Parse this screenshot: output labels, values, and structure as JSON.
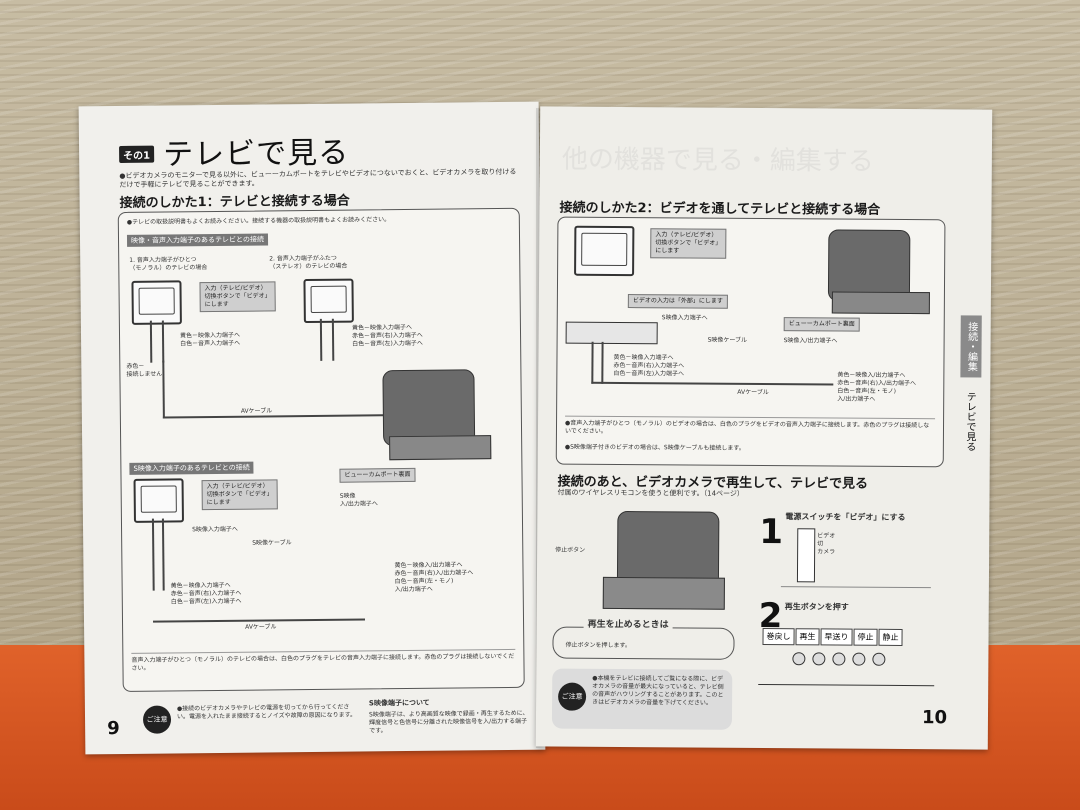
{
  "left_page": {
    "tag": "その1",
    "title": "テレビで見る",
    "intro": "●ビデオカメラのモニターで見る以外に、ビューーカムポートをテレビやビデオにつないでおくと、ビデオカメラを取り付けるだけで手軽にテレビで見ることができます。",
    "section1_heading": "接続のしかた1：テレビと接続する場合",
    "box1_note": "●テレビの取扱説明書もよくお読みください。接続する機器の取扱説明書もよくお読みください。",
    "subheading_a": "映像・音声入力端子のあるテレビとの接続",
    "case1_label": "1. 音声入力端子がひとつ\n（モノラル）のテレビの場合",
    "case2_label": "2. 音声入力端子がふたつ\n（ステレオ）のテレビの場合",
    "callout_input": "入力（テレビ/ビデオ）\n切換ボタンで「ビデオ」\nにします",
    "jack_labels": "黄色－映像入力端子へ\n白色－音声入力端子へ",
    "jack_labels_stereo": "黄色－映像入力端子へ\n赤色－音声(右)入力端子へ\n白色－音声(左)入力端子へ",
    "red_note": "赤色－\n接続しません",
    "av_cable": "AVケーブル",
    "port_label": "ビューーカムポート裏面",
    "subheading_b": "S映像入力端子のあるテレビとの接続",
    "s_terminal": "S映像\n入/出力端子へ",
    "s_input": "S映像入力端子へ",
    "s_cable": "S映像ケーブル",
    "out_labels": "黄色－映像入/出力端子へ\n赤色－音声(右)入/出力端子へ\n白色－音声(左・モノ)\n入/出力端子へ",
    "in_labels": "黄色－映像入力端子へ\n赤色－音声(右)入力端子へ\n白色－音声(左)入力端子へ",
    "av_cable2": "AVケーブル",
    "footnote": "音声入力端子がひとつ（モノラル）のテレビの場合は、白色のプラグをテレビの音声入力端子に接続します。赤色のプラグは接続しないでください。",
    "note_icon": "ご注意",
    "note_text": "●接続のビデオカメラやテレビの電源を切ってから行ってください。電源を入れたまま接続するとノイズや故障の原因になります。",
    "s_note_title": "S映像端子について",
    "s_note_text": "S映像端子は、より高画質な映像で録画・再生するために、輝度信号と色信号に分離された映像信号を入/出力する端子です。",
    "page_number": "9"
  },
  "right_page": {
    "ghost_title": "他の機器で見る・編集する",
    "section2_heading": "接続のしかた2：ビデオを通してテレビと接続する場合",
    "callout_input": "入力（テレビ/ビデオ）\n切換ボタンで「ビデオ」\nにします",
    "callout_vcr": "ビデオの入力は「外部」にします",
    "s_in": "S映像入力端子へ",
    "port_label": "ビューーカムポート裏面",
    "s_cable": "S映像ケーブル",
    "s_out": "S映像入/出力端子へ",
    "jack_labels": "黄色－映像入力端子へ\n赤色－音声(右)入力端子へ\n白色－音声(左)入力端子へ",
    "out_labels": "黄色－映像入/出力端子へ\n赤色－音声(右)入/出力端子へ\n白色－音声(左・モノ)\n入/出力端子へ",
    "av_cable": "AVケーブル",
    "box_note1": "●音声入力端子がひとつ（モノラル）のビデオの場合は、白色のプラグをビデオの音声入力端子に接続します。赤色のプラグは接続しないでください。",
    "box_note2": "●S映像端子付きのビデオの場合は、S映像ケーブルも接続します。",
    "playback_heading": "接続のあと、ビデオカメラで再生して、テレビで見る",
    "playback_sub": "付属のワイヤレスリモコンを使うと便利です。（14ページ）",
    "step1_num": "1",
    "step1_text": "電源スイッチを「ビデオ」にする",
    "switch_labels": "ビデオ\n切\nカメラ",
    "step2_num": "2",
    "step2_text": "再生ボタンを押す",
    "stop_button_label": "停止ボタン",
    "buttons": [
      "巻戻し",
      "再生",
      "早送り",
      "停止",
      "静止"
    ],
    "stop_heading": "再生を止めるときは",
    "stop_text": "停止ボタンを押します。",
    "note_icon": "ご注意",
    "note_text": "●本機をテレビに接続してご覧になる際に、ビデオカメラの音量が最大になっていると、テレビ側の音声がハウリングすることがあります。このときはビデオカメラの音量を下げてください。",
    "side_tab": "接続・編集",
    "side_text": "テレビで見る",
    "page_number": "10"
  }
}
